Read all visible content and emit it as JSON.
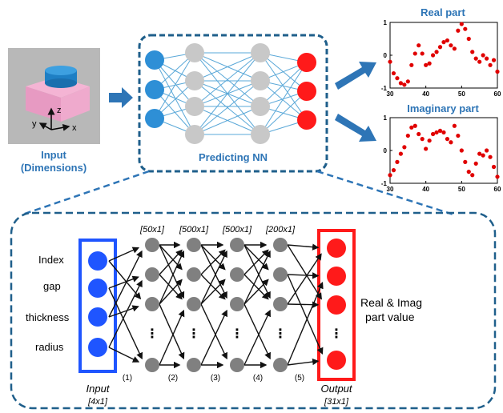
{
  "top": {
    "input_label_line1": "Input",
    "input_label_line2": "(Dimensions)",
    "axis_labels": {
      "z": "z",
      "y": "y",
      "x": "x"
    },
    "nn_label": "Predicting NN"
  },
  "plots": [
    {
      "title": "Real part",
      "x_ticks": [
        "30",
        "40",
        "50",
        "60"
      ],
      "y_ticks": [
        "1",
        "0",
        "-1"
      ]
    },
    {
      "title": "Imaginary part",
      "x_ticks": [
        "30",
        "40",
        "50",
        "60"
      ],
      "y_ticks": [
        "1",
        "0",
        "-1"
      ]
    }
  ],
  "detail": {
    "inputs": [
      "Index",
      "gap",
      "thickness",
      "radius"
    ],
    "layer_sizes": [
      "[50x1]",
      "[500x1]",
      "[500x1]",
      "[200x1]"
    ],
    "connection_labels": [
      "(1)",
      "(2)",
      "(3)",
      "(4)",
      "(5)"
    ],
    "input_caption": "Input",
    "input_size": "[4x1]",
    "output_caption": "Output",
    "output_size": "[31x1]",
    "output_desc_line1": "Real & Imag",
    "output_desc_line2": "part value",
    "ellipsis": "⋮"
  },
  "colors": {
    "accent_blue": "#2e75b6",
    "dashed_border": "#1f5f8b",
    "input_node": "#1f55ff",
    "hidden_node": "#808080",
    "output_node": "#ff1a1a",
    "light_node": "#c8c8c8",
    "data_point": "#e00000"
  },
  "chart_data": [
    {
      "type": "scatter",
      "title": "Real part",
      "xlim": [
        30,
        60
      ],
      "ylim": [
        -1,
        1
      ],
      "series": [
        {
          "x": [
            30,
            31,
            32,
            33,
            34,
            35,
            36,
            37,
            38,
            39,
            40,
            41,
            42,
            43,
            44,
            45,
            46,
            47,
            48,
            49,
            50,
            51,
            52,
            53,
            54,
            55,
            56,
            57,
            58,
            59,
            60
          ],
          "y": [
            -0.2,
            -0.55,
            -0.7,
            -0.85,
            -0.9,
            -0.8,
            -0.3,
            0.05,
            0.3,
            0.05,
            -0.3,
            -0.25,
            0.0,
            0.1,
            0.25,
            0.4,
            0.45,
            0.3,
            0.2,
            0.75,
            0.95,
            0.8,
            0.5,
            0.1,
            -0.1,
            -0.2,
            0.0,
            -0.1,
            -0.3,
            -0.15,
            -0.5
          ]
        }
      ]
    },
    {
      "type": "scatter",
      "title": "Imaginary part",
      "xlim": [
        30,
        60
      ],
      "ylim": [
        -1,
        1
      ],
      "series": [
        {
          "x": [
            30,
            31,
            32,
            33,
            34,
            35,
            36,
            37,
            38,
            39,
            40,
            41,
            42,
            43,
            44,
            45,
            46,
            47,
            48,
            49,
            50,
            51,
            52,
            53,
            54,
            55,
            56,
            57,
            58,
            59,
            60
          ],
          "y": [
            -0.75,
            -0.6,
            -0.35,
            -0.1,
            0.1,
            0.45,
            0.7,
            0.75,
            0.5,
            0.35,
            0.05,
            0.3,
            0.5,
            0.55,
            0.6,
            0.55,
            0.35,
            0.25,
            0.75,
            0.45,
            0.0,
            -0.35,
            -0.65,
            -0.75,
            -0.4,
            -0.1,
            -0.15,
            0.0,
            -0.2,
            -0.5,
            -0.8
          ]
        }
      ]
    }
  ]
}
